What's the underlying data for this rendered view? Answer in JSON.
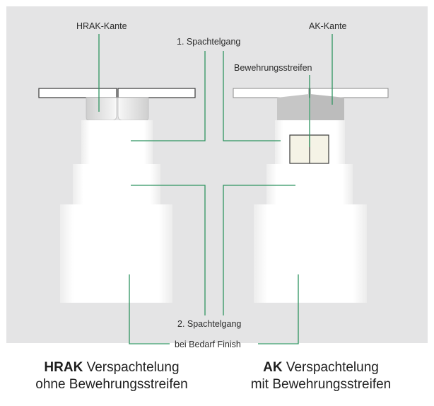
{
  "labels": {
    "hrak_edge": "HRAK-Kante",
    "ak_edge": "AK-Kante",
    "first_coat": "1. Spachtelgang",
    "reinforcement": "Bewehrungsstreifen",
    "second_coat": "2. Spachtelgang",
    "finish": "bei Bedarf Finish"
  },
  "captions": {
    "left": {
      "bold": "HRAK",
      "title": "Verspachtelung",
      "subtitle": "ohne Bewehrungsstreifen"
    },
    "right": {
      "bold": "AK",
      "title": "Verspachtelung",
      "subtitle": "mit Bewehrungsstreifen"
    }
  },
  "colors": {
    "panel_background": "#e4e4e5",
    "layer_fill": "#ffffff",
    "leader_line": "#2e9360",
    "board_line": "#3a3a3a"
  }
}
